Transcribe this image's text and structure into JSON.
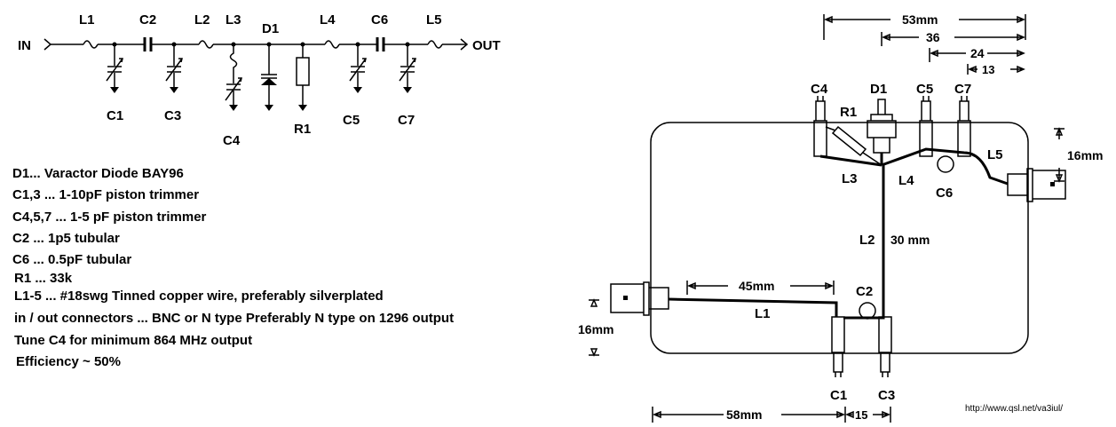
{
  "schematic": {
    "input_label": "IN",
    "output_label": "OUT",
    "components": {
      "l1": "L1",
      "c2": "C2",
      "l2": "L2",
      "l3": "L3",
      "d1": "D1",
      "l4": "L4",
      "c6": "C6",
      "l5": "L5",
      "c1": "C1",
      "c3": "C3",
      "c4": "C4",
      "r1": "R1",
      "c5": "C5",
      "c7": "C7"
    }
  },
  "parts_list": [
    "D1... Varactor Diode BAY96",
    "C1,3 ... 1-10pF piston trimmer",
    "C4,5,7 ... 1-5 pF piston trimmer",
    "C2 ... 1p5 tubular",
    "C6 ... 0.5pF tubular",
    "R1 ... 33k",
    "L1-5 ... #18swg Tinned copper wire, preferably silverplated",
    "in / out connectors ... BNC or N type Preferably N type on 1296 output",
    "Tune C4 for minimum 864 MHz output",
    "Efficiency ~ 50%"
  ],
  "layout_drawing": {
    "labels": {
      "c4": "C4",
      "d1": "D1",
      "c5": "C5",
      "c7": "C7",
      "r1": "R1",
      "l3": "L3",
      "l4": "L4",
      "c6": "C6",
      "l5": "L5",
      "l2": "L2",
      "c2": "C2",
      "l1": "L1",
      "c1": "C1",
      "c3": "C3"
    },
    "dimensions": {
      "top_53": "53mm",
      "top_36": "36",
      "top_24": "24",
      "top_13": "13",
      "right_16": "16mm",
      "left_16": "16mm",
      "l2_length": "30 mm",
      "l1_length": "45mm",
      "bottom_58": "58mm",
      "bottom_15": "15"
    }
  },
  "credit": "http://www.qsl.net/va3iul/"
}
